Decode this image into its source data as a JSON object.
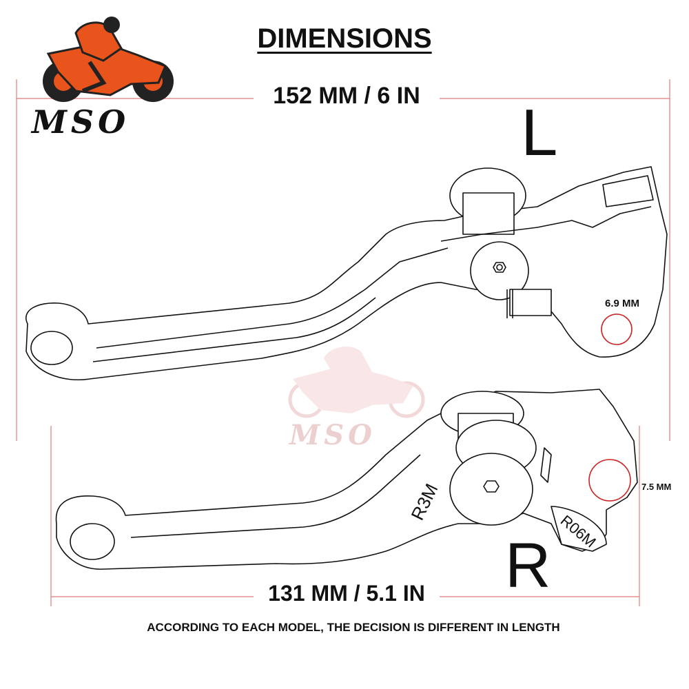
{
  "heading": "DIMENSIONS",
  "brand": "MSO",
  "dimensions": {
    "left_length": "152 MM / 6 IN",
    "right_length": "131 MM / 5.1 IN",
    "left_hole": "6.9 MM",
    "right_hole": "7.5 MM"
  },
  "sides": {
    "left": "L",
    "right": "R"
  },
  "part_marks": {
    "lever_code": "R3M",
    "perch_code": "R06M"
  },
  "note": "ACCORDING TO EACH MODEL, THE DECISION IS DIFFERENT IN LENGTH",
  "colors": {
    "dimension_line": "#e07b7b",
    "hole_ring": "#cc2222",
    "logo_orange": "#e8541c"
  }
}
